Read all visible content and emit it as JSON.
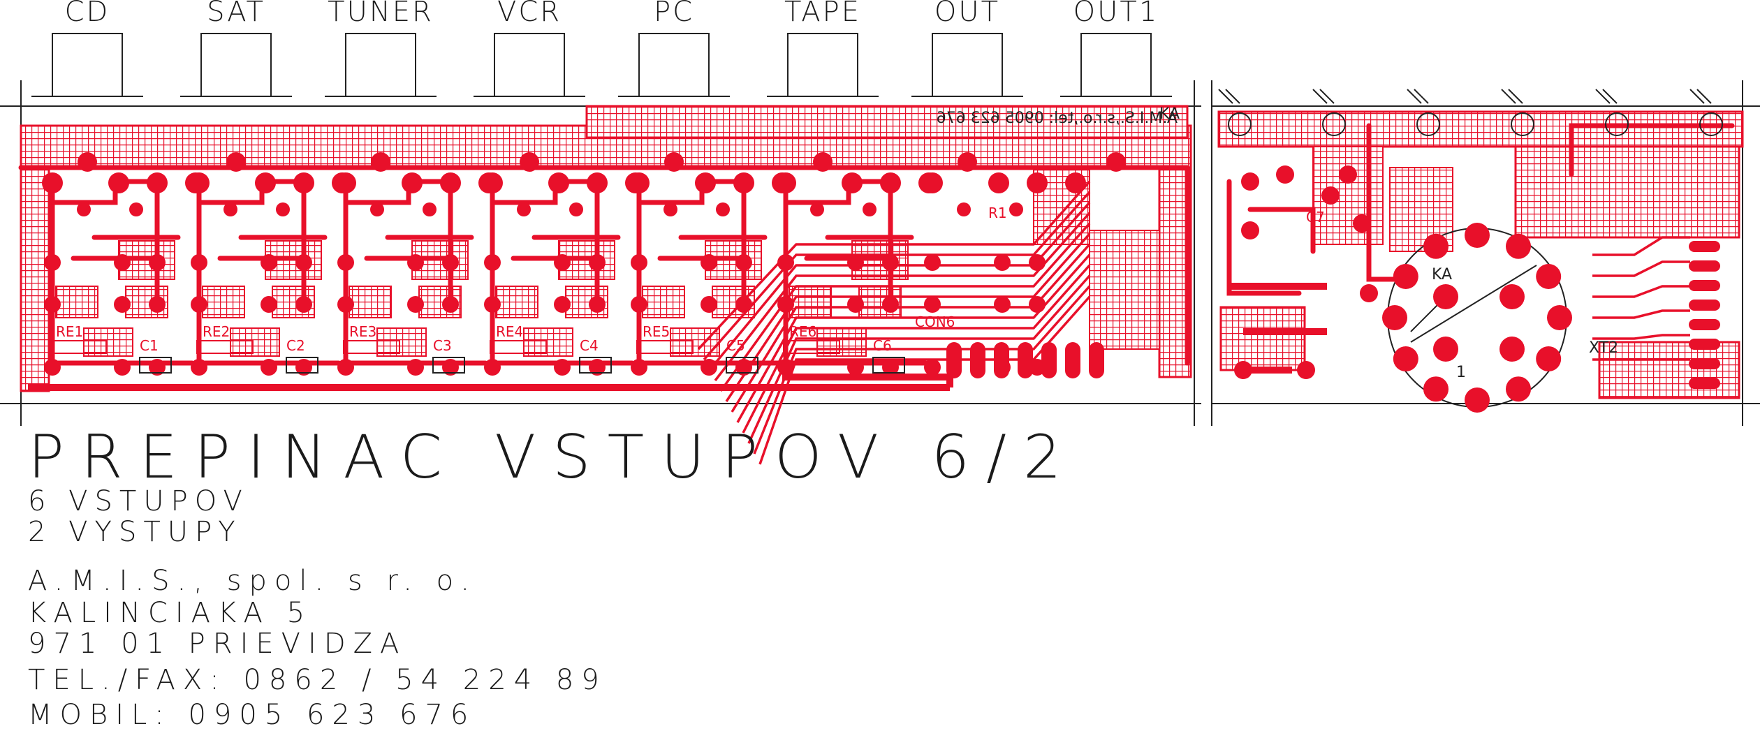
{
  "connectors": [
    "CD",
    "SAT",
    "TUNER",
    "VCR",
    "PC",
    "TAPE",
    "OUT",
    "OUT1"
  ],
  "board_labels": {
    "relays": [
      "RE1",
      "RE2",
      "RE3",
      "RE4",
      "RE5",
      "RE6"
    ],
    "capacitors": [
      "C1",
      "C2",
      "C3",
      "C4",
      "C5",
      "C6"
    ],
    "mirrored_text": "A.M.I.S.,s.r.o.,tel: 0905 623 676",
    "corner_mark": "KA",
    "con_label": "CON6",
    "r_label": "R1",
    "ak_label": "KA",
    "c7_label": "C7",
    "xt2_label": "XT2",
    "one_label": "1"
  },
  "title": "PREPINAC VSTUPOV 6/2",
  "subtitle_lines": [
    "6 VSTUPOV",
    "2 VYSTUPY"
  ],
  "address": {
    "company": "A.M.I.S., spol. s r. o.",
    "street": "KALINCIAKA 5",
    "city": "971 01 PRIEVIDZA",
    "phone": "TEL./FAX: 0862 / 54 224 89",
    "mobile": "MOBIL: 0905 623 676"
  },
  "colors": {
    "copper": "#e8102a",
    "outline": "#222222",
    "background": "#ffffff"
  }
}
